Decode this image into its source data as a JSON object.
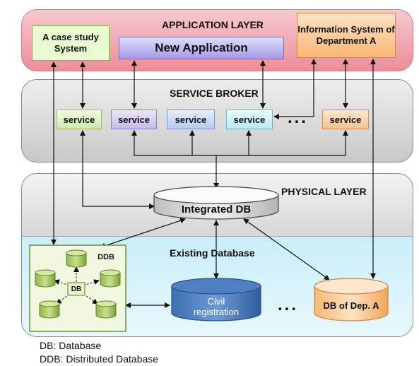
{
  "layers": {
    "application": "APPLICATION LAYER",
    "broker": "SERVICE BROKER",
    "physical": "PHYSICAL LAYER",
    "existing": "Existing Database"
  },
  "apps": {
    "case_study": "A case study System",
    "new_app": "New Application",
    "info_system": "Information System of Department A"
  },
  "services": [
    "service",
    "service",
    "service",
    "service",
    "service"
  ],
  "ellipsis": "...",
  "databases": {
    "integrated": "Integrated DB",
    "ddb_label": "DDB",
    "db_center": "DB",
    "civil_line1": "Civil",
    "civil_line2": "registration",
    "dep_a": "DB of Dep. A"
  },
  "legend": [
    "DB: Database",
    "DDB: Distributed Database"
  ]
}
